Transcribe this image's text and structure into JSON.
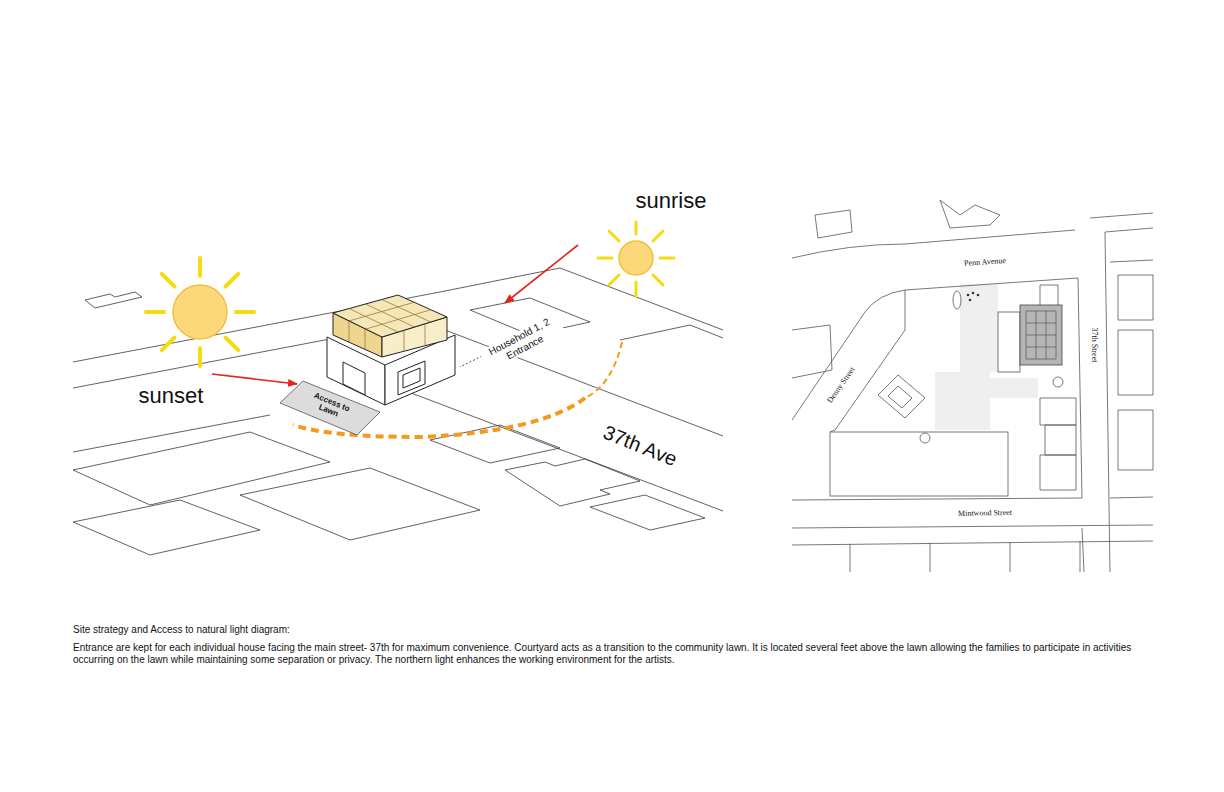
{
  "diagram": {
    "title": "Site strategy and Access to natural light diagram:",
    "caption": "Entrance are kept for each individual house facing the main street- 37th for maximum convenience. Courtyard acts as a transition to the community lawn. It is located several feet above the lawn allowing the families to participate in activities occurring on the lawn while maintaining some separation or privacy. The northern light enhances the working environment for the artists.",
    "nodes": [
      {
        "text": [
          "Access to Lawn"
        ]
      }
    ],
    "labels": [
      "sunrise",
      "sunset",
      "Household 1, 2 Entrance",
      "37th Ave",
      "Penn Avenue",
      "37th Street",
      "Denny Street",
      "Mintwood Street"
    ]
  }
}
